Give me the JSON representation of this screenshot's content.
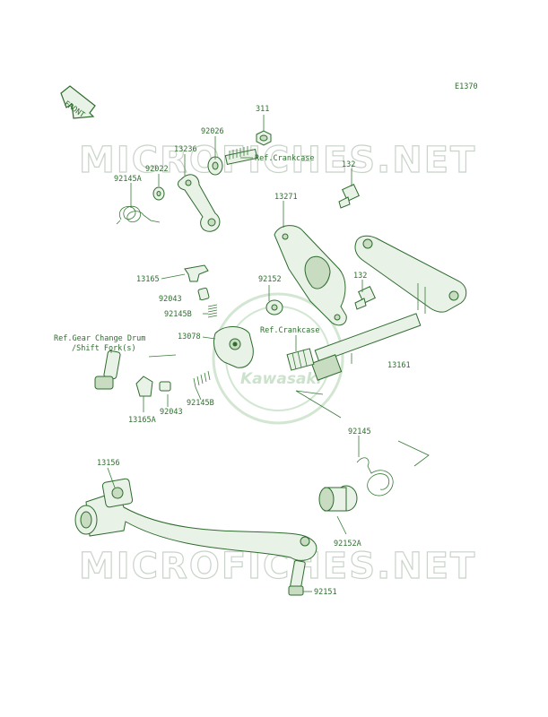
{
  "diagram_code": "E1370",
  "front_marker": "FRONT",
  "watermark_text": "MICROFICHES.NET",
  "center_logo_text": "Kawasaki",
  "colors": {
    "line": "#2e6b2e",
    "text": "#2f6e2f",
    "fill": "#e9f2e6",
    "watermark": "#c9d3c9",
    "background": "#ffffff"
  },
  "labels": {
    "p311": "311",
    "p92026": "92026",
    "ref_crankcase_top": "Ref.Crankcase",
    "p13236": "13236",
    "p92022": "92022",
    "p92145A": "92145A",
    "p132_top": "132",
    "p13271": "13271",
    "p13165": "13165",
    "p92152": "92152",
    "p132_mid": "132",
    "p92043_top": "92043",
    "p92145B_top": "92145B",
    "p13078": "13078",
    "ref_crankcase_mid": "Ref.Crankcase",
    "ref_gear_line1": "Ref.Gear Change Drum",
    "ref_gear_line2": "/Shift Fork(s)",
    "p13161": "13161",
    "p92043_bottom": "92043",
    "p92145B_bottom": "92145B",
    "p13165A": "13165A",
    "p92145": "92145",
    "p13156": "13156",
    "p92152A": "92152A",
    "p92151": "92151"
  }
}
